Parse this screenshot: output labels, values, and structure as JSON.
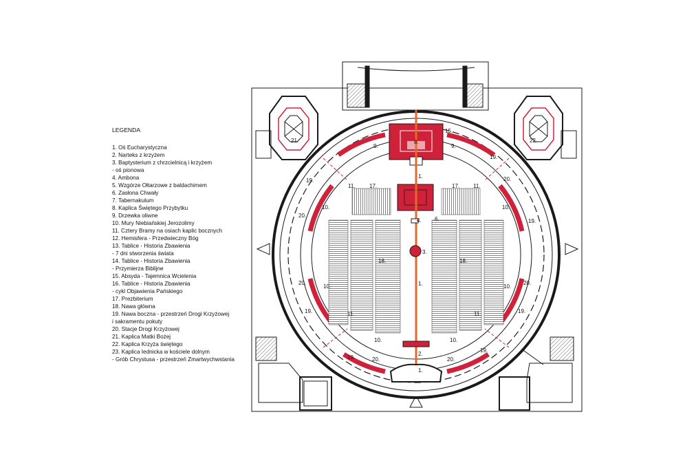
{
  "legend": {
    "title": "LEGENDA",
    "items": [
      "1. Oś Eucharystyczna",
      "2. Narteks z krzyżem",
      "3. Baptysterium z chrzcielnicą i krzyżem",
      "- oś pionowa",
      "4. Ambona",
      "5. Wzgórze Ołtarzowe z baldachimem",
      "6. Zasłona Chwały",
      "7. Tabernakulum",
      "8. Kaplica Świętego Przybytku",
      "9. Drzewka oliwne",
      "10. Mury Niebiańskiej Jerozolimy",
      "11. Cztery Bramy na osiach kaplic bocznych",
      "12. Hemisfera - Przedwieczny Bóg",
      "13. Tablice - Historia Zbawienia",
      "- 7 dni stworzenia świata",
      "14. Tablice - Historia Zbawienia",
      "- Przymierza Biblijne",
      "15. Absyda - Tajemnica Wcielenia",
      "16. Tablice - Historia Zbawienia",
      "- cykl Objawienia Pańskiego",
      "17. Prezbiterium",
      "18. Nawa główna",
      "19. Nawa boczna - przestrzeń Drogi Krzyżowej",
      "i sakramentu pokuty",
      "20. Stacje Drogi Krzyżowej",
      "21. Kaplica Matki Bożej",
      "22. Kaplica Krzyża świętego",
      "23. Kaplica Iednicka w kościele dolnym",
      "- Grób Chrystusa - przestrzeń Zmartwychwstania"
    ]
  },
  "plan_labels": {
    "n1_top": "1.",
    "n1_mid": "1.",
    "n1_bottom": "1.",
    "n2": "2.",
    "n3": "3.",
    "n4": "4.",
    "n6": "6.",
    "n8": "8.",
    "n9_left": "9.",
    "n9_right": "9.",
    "n10_ul": "10.",
    "n10_ur": "10.",
    "n10_ml": "10.",
    "n10_mr": "10.",
    "n10_bl": "10.",
    "n10_br": "10.",
    "n11_ul": "11.",
    "n11_ur": "11.",
    "n11_bl": "11.",
    "n11_br": "11.",
    "n15": "15.",
    "n17_left": "17.",
    "n17_right": "17.",
    "n18_left": "18.",
    "n18_right": "18.",
    "n19_ul": "19.",
    "n19_ur": "19.",
    "n19_ml": "19.",
    "n19_mr": "19.",
    "n19_bl": "19.",
    "n19_br": "19.",
    "n19_bbl": "19.",
    "n20_ul": "20.",
    "n20_ur": "20.",
    "n20_ml": "20.",
    "n20_mr": "20.",
    "n20_bl": "20.",
    "n20_br": "20.",
    "n21": "21.",
    "n22": "22."
  },
  "colors": {
    "accent_red": "#d0213a",
    "axis_orange": "#e8662a",
    "line": "#1a1a1a"
  }
}
